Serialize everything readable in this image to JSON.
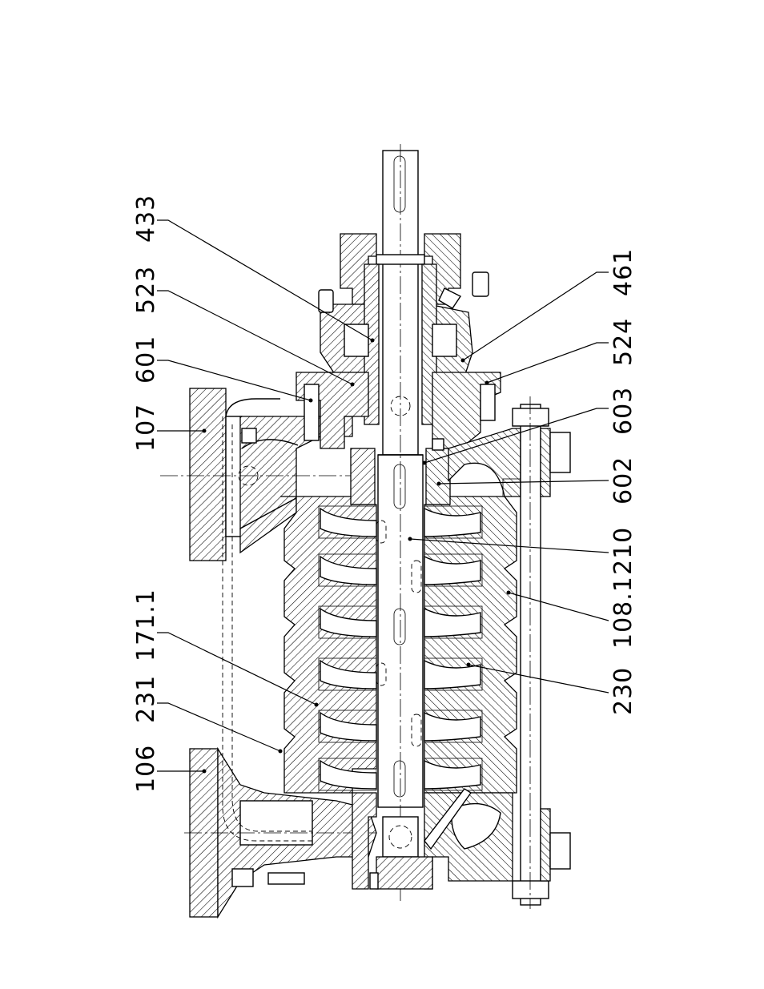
{
  "drawing": {
    "callouts_left": [
      {
        "id": "c433",
        "label": "433"
      },
      {
        "id": "c523",
        "label": "523"
      },
      {
        "id": "c601",
        "label": "601"
      },
      {
        "id": "c107",
        "label": "107"
      },
      {
        "id": "c1711",
        "label": "171.1"
      },
      {
        "id": "c231",
        "label": "231"
      },
      {
        "id": "c106",
        "label": "106"
      }
    ],
    "callouts_right": [
      {
        "id": "c461",
        "label": "461"
      },
      {
        "id": "c524",
        "label": "524"
      },
      {
        "id": "c603",
        "label": "603"
      },
      {
        "id": "c602",
        "label": "602"
      },
      {
        "id": "c210",
        "label": "210"
      },
      {
        "id": "c1081",
        "label": "108.1"
      },
      {
        "id": "c230",
        "label": "230"
      }
    ]
  }
}
